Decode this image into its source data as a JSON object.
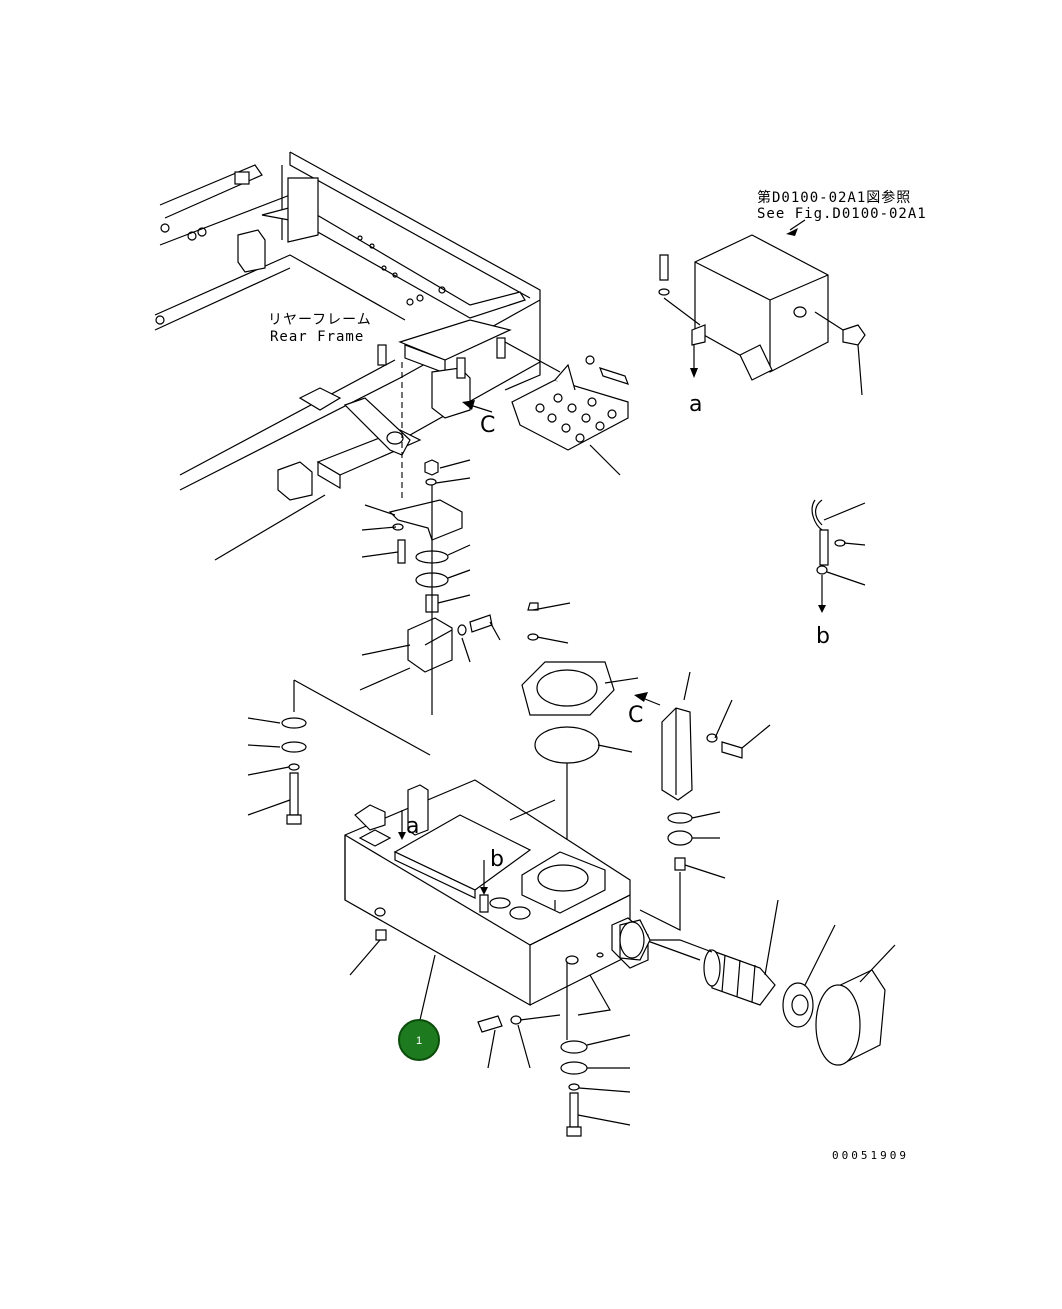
{
  "labels": {
    "rear_frame_jp": "リヤーフレーム",
    "rear_frame_en": "Rear Frame",
    "see_fig_jp": "第D0100-02A1図参照",
    "see_fig_en": "See Fig.D0100-02A1",
    "ref_a": "a",
    "ref_b": "b",
    "ref_c": "C",
    "drawing_code": "00051909"
  },
  "callouts": [
    {
      "number": "1",
      "color": "#1e7a1e"
    }
  ]
}
